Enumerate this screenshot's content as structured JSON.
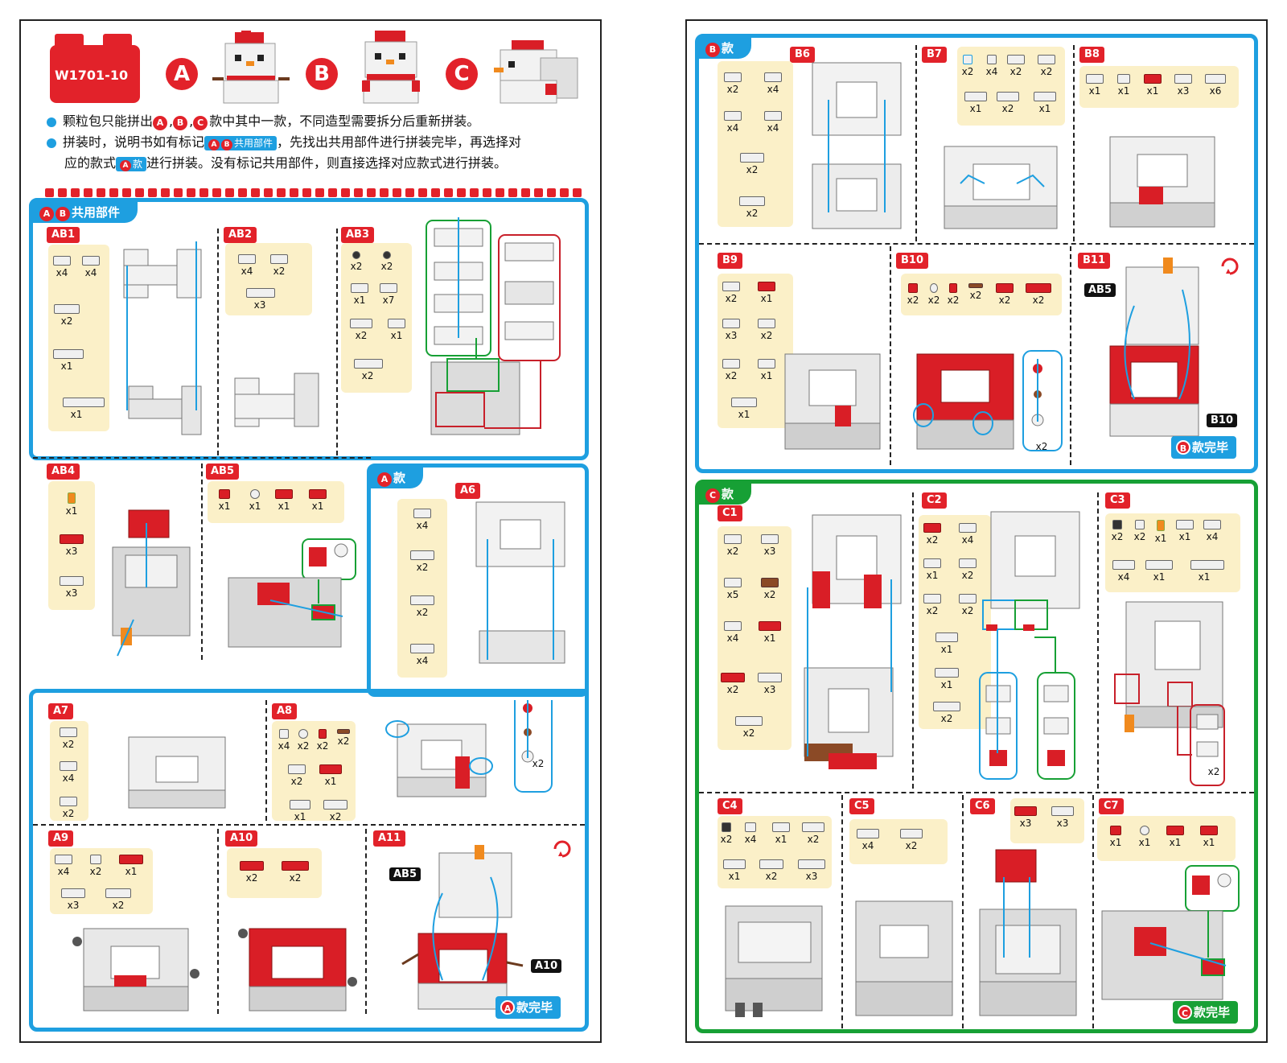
{
  "header": {
    "product_code": "W1701-10",
    "models": [
      "A",
      "B",
      "C"
    ],
    "note1_parts": [
      "颗粒包只能拼出",
      "A",
      "B",
      "C",
      "款中其中一款，不同造型需要拆分后重新拼装。"
    ],
    "note2_a": "拼装时，说明书如有标记",
    "note2_chip": "共用部件",
    "note2_b": "，先找出共用部件进行拼装完毕，再选择对",
    "note3_a": "应的款式",
    "note3_chip": "款",
    "note3_b": "进行拼装。没有标记共用部件，则直接选择对应款式进行拼装。"
  },
  "sections": {
    "ab": {
      "badges": [
        "A",
        "B"
      ],
      "title": "共用部件"
    },
    "a": {
      "badge": "A",
      "title": "款",
      "finish": "款完毕"
    },
    "b": {
      "badge": "B",
      "title": "款",
      "finish": "款完毕"
    },
    "c": {
      "badge": "C",
      "title": "款",
      "finish": "款完毕"
    }
  },
  "steps": {
    "AB1": {
      "label": "AB1",
      "parts": [
        "x4",
        "x4",
        "x2",
        "x1",
        "x1"
      ]
    },
    "AB2": {
      "label": "AB2",
      "parts": [
        "x4",
        "x2",
        "x3"
      ]
    },
    "AB3": {
      "label": "AB3",
      "parts": [
        "x2",
        "x2",
        "x1",
        "x7",
        "x2",
        "x1",
        "x2"
      ]
    },
    "AB4": {
      "label": "AB4",
      "parts": [
        "x1",
        "x3",
        "x3"
      ]
    },
    "AB5": {
      "label": "AB5",
      "parts": [
        "x1",
        "x1",
        "x1",
        "x1"
      ]
    },
    "A6": {
      "label": "A6",
      "parts": [
        "x4",
        "x2",
        "x2",
        "x4"
      ]
    },
    "A7": {
      "label": "A7",
      "parts": [
        "x2",
        "x4",
        "x2"
      ]
    },
    "A8": {
      "label": "A8",
      "parts": [
        "x4",
        "x2",
        "x2",
        "x2",
        "x2",
        "x1",
        "x1",
        "x2"
      ],
      "callout": "x2"
    },
    "A9": {
      "label": "A9",
      "parts": [
        "x4",
        "x2",
        "x1",
        "x3",
        "x2"
      ]
    },
    "A10": {
      "label": "A10",
      "parts": [
        "x2",
        "x2"
      ]
    },
    "A11": {
      "label": "A11",
      "ref_ab5": "AB5",
      "ref_a10": "A10"
    },
    "B6": {
      "label": "B6",
      "parts": [
        "x2",
        "x4",
        "x4",
        "x4",
        "x2",
        "x2"
      ]
    },
    "B7": {
      "label": "B7",
      "parts": [
        "x2",
        "x4",
        "x2",
        "x2",
        "x1",
        "x2",
        "x1"
      ]
    },
    "B8": {
      "label": "B8",
      "parts": [
        "x1",
        "x1",
        "x1",
        "x3",
        "x6"
      ]
    },
    "B9": {
      "label": "B9",
      "parts": [
        "x2",
        "x1",
        "x3",
        "x2",
        "x2",
        "x1",
        "x1"
      ]
    },
    "B10": {
      "label": "B10",
      "parts": [
        "x2",
        "x2",
        "x2",
        "x2",
        "x2",
        "x2"
      ],
      "callout": "x2"
    },
    "B11": {
      "label": "B11",
      "ref_ab5": "AB5",
      "ref_b10": "B10"
    },
    "C1": {
      "label": "C1",
      "parts": [
        "x2",
        "x3",
        "x5",
        "x2",
        "x4",
        "x1",
        "x2",
        "x3",
        "x2"
      ]
    },
    "C2": {
      "label": "C2",
      "parts": [
        "x2",
        "x4",
        "x1",
        "x2",
        "x2",
        "x2",
        "x1",
        "x1",
        "x2"
      ]
    },
    "C3": {
      "label": "C3",
      "parts": [
        "x2",
        "x2",
        "x1",
        "x1",
        "x4",
        "x4",
        "x1",
        "x1"
      ],
      "callout": "x2"
    },
    "C4": {
      "label": "C4",
      "parts": [
        "x2",
        "x4",
        "x1",
        "x2",
        "x1",
        "x2",
        "x3"
      ]
    },
    "C5": {
      "label": "C5",
      "parts": [
        "x4",
        "x2"
      ]
    },
    "C6": {
      "label": "C6",
      "parts": [
        "x3",
        "x3"
      ]
    },
    "C7": {
      "label": "C7",
      "parts": [
        "x1",
        "x1",
        "x1",
        "x1"
      ]
    }
  },
  "colors": {
    "blue": "#1e9fe0",
    "green": "#17a035",
    "red": "#e2222a",
    "cream": "#fbf0c8"
  }
}
